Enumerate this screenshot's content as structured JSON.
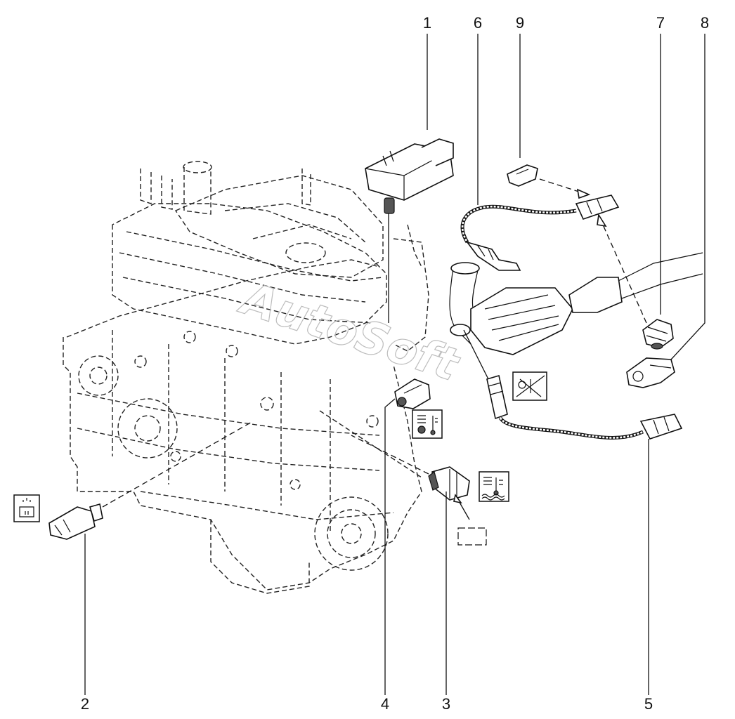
{
  "watermark": "AutoSoft",
  "callouts": [
    {
      "id": "1",
      "label": "1"
    },
    {
      "id": "2",
      "label": "2"
    },
    {
      "id": "3",
      "label": "3"
    },
    {
      "id": "4",
      "label": "4"
    },
    {
      "id": "5",
      "label": "5"
    },
    {
      "id": "6",
      "label": "6"
    },
    {
      "id": "7",
      "label": "7"
    },
    {
      "id": "8",
      "label": "8"
    },
    {
      "id": "9",
      "label": "9"
    }
  ],
  "icons": [
    "oil-pressure-warning-icon",
    "intake-air-temperature-icon",
    "coolant-temperature-icon",
    "no-oxygen-sensor-icon",
    "not-applicable-frame-icon"
  ]
}
